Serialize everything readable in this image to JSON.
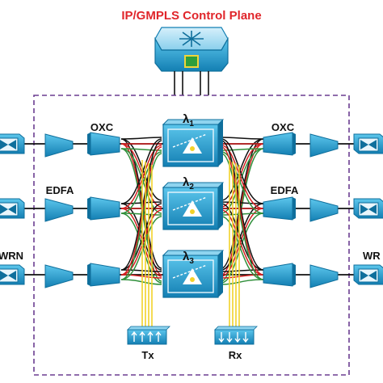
{
  "title": "IP/GMPLS Control Plane",
  "labels": {
    "oxc_left": "OXC",
    "oxc_right": "OXC",
    "edfa_left": "EDFA",
    "edfa_right": "EDFA",
    "wrn_left": "WRN",
    "wrn_right": "WR",
    "tx": "Tx",
    "rx": "Rx"
  },
  "lambdas": [
    {
      "symbol": "λ",
      "sub": "1"
    },
    {
      "symbol": "λ",
      "sub": "2"
    },
    {
      "symbol": "λ",
      "sub": "3"
    }
  ],
  "colors": {
    "title": "#e0262b",
    "device_blue": "#1f9fd4",
    "device_dark": "#0f6f9c",
    "boundary": "#6b3d91",
    "link_black": "#111111",
    "link_red": "#d42020",
    "link_green": "#2f8f3a",
    "link_yellow": "#f2d22a"
  },
  "icons": {
    "control_plane": "router-icon",
    "oxc": "optical-cross-connect-icon",
    "edfa": "amplifier-icon",
    "wrn": "wavelength-router-icon",
    "wss": "wavelength-switch-icon",
    "transceiver": "transceiver-array-icon"
  }
}
